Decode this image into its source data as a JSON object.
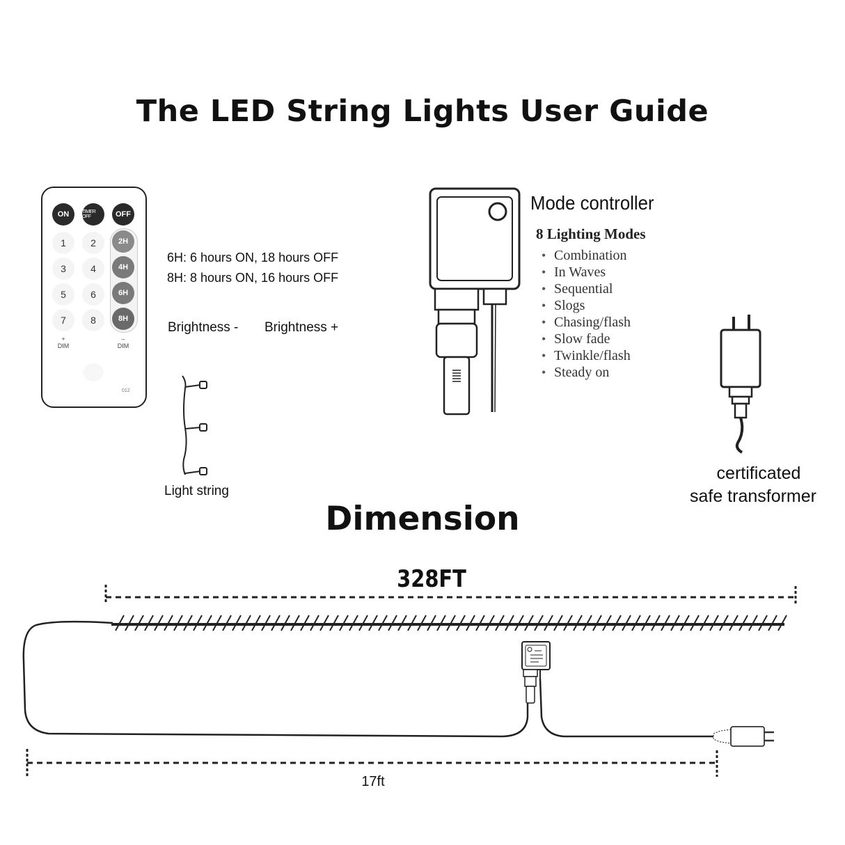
{
  "title": "The LED String Lights User Guide",
  "remote": {
    "buttons_top": [
      "ON",
      "TIMER OFF",
      "OFF"
    ],
    "numbers": [
      "1",
      "2",
      "3",
      "4",
      "5",
      "6",
      "7",
      "8"
    ],
    "timers": [
      "2H",
      "4H",
      "6H",
      "8H"
    ],
    "dim_plus": "+\nDIM",
    "dim_minus": "–\nDIM",
    "model": "012"
  },
  "timer_notes": {
    "line1": "6H: 6 hours ON, 18 hours OFF",
    "line2": "8H: 8 hours ON, 16 hours OFF"
  },
  "brightness": {
    "minus": "Brightness -",
    "plus": "Brightness +"
  },
  "light_string_label": "Light string",
  "mode_controller": {
    "label": "Mode controller",
    "modes_heading": "8 Lighting Modes",
    "modes": [
      "Combination",
      "In Waves",
      "Sequential",
      "Slogs",
      "Chasing/flash",
      "Slow fade",
      "Twinkle/flash",
      "Steady on"
    ]
  },
  "transformer": {
    "line1": "certificated",
    "line2": "safe transformer"
  },
  "dimension": {
    "title": "Dimension",
    "length_label": "328FT",
    "lead_label": "17ft"
  }
}
